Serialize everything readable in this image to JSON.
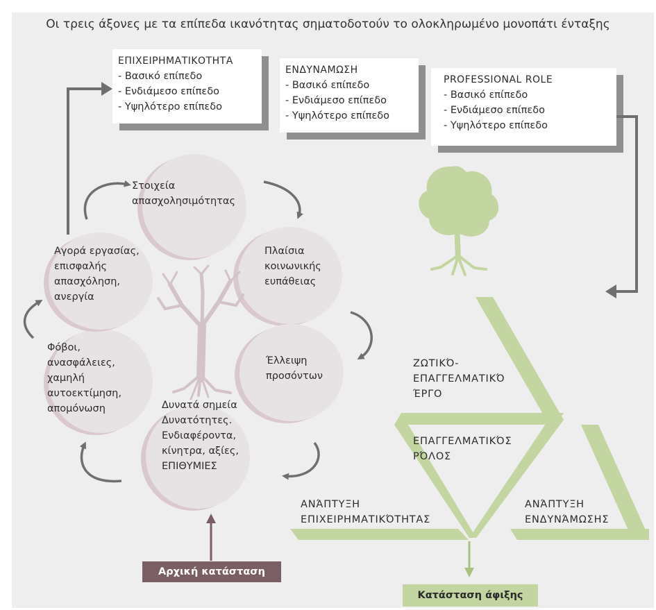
{
  "title": "Οι τρεις άξονες με τα επίπεδα ικανότητας σηματοδοτούν το ολοκληρωμένο μονοπάτι ένταξης",
  "axes": [
    {
      "heading": "ΕΠΙΧΕΙΡΗΜΑΤΙΚΟΤΗΤΑ",
      "levels": [
        "- Βασικό επίπεδο",
        "- Ενδιάμεσο επίπεδο",
        "- Υψηλότερο επίπεδο"
      ]
    },
    {
      "heading": "ΕΝΔΥΝΑΜΩΣΗ",
      "levels": [
        "- Βασικό επίπεδο",
        "- Ενδιάμεσο επίπεδο",
        "- Υψηλότερο επίπεδο"
      ]
    },
    {
      "heading": "PROFESSIONAL ROLE",
      "levels": [
        "- Βασικό επίπεδο",
        "- Ενδιάμεσο επίπεδο",
        "- Υψηλότερο επίπεδο"
      ]
    }
  ],
  "cycle": [
    {
      "lines": [
        "Στοιχεία",
        "απασχολησιμότητας"
      ]
    },
    {
      "lines": [
        "Πλαίσια",
        "κοινωνικής",
        "ευπάθειας"
      ]
    },
    {
      "lines": [
        "Έλλειψη",
        "προσόντων"
      ]
    },
    {
      "lines": [
        "Δυνατά σημεία",
        "Δυνατότητες.",
        "Ενδιαφέροντα,",
        "κίνητρα, αξίες,",
        "ΕΠΙΘΥΜΙΕΣ"
      ]
    },
    {
      "lines": [
        "Φόβοι,",
        "ανασφάλειες,",
        "χαμηλή",
        "αυτοεκτίμηση,",
        "απομόνωση"
      ]
    },
    {
      "lines": [
        "Αγορά εργασίας,",
        "επισφαλής",
        "απασχόληση,",
        "ανεργία"
      ]
    }
  ],
  "start_label": "Αρχική κατάσταση",
  "arrival_label": "Κατάσταση άφιξης",
  "triangle": {
    "top": [
      "ΖΩΤΙΚΌ-",
      "ΕΠΑΓΓΕΛΜΑΤΙΚΌ",
      "ΈΡΓΟ"
    ],
    "center": [
      "ΕΠΑΓΓΕΛΜΑΤΙΚΌΣ",
      "ΡΌΛΟΣ"
    ],
    "left": [
      "ΑΝΆΠΤΥΞΗ",
      "ΕΠΙΧΕΙΡΗΜΑΤΙΚΌΤΗΤΑΣ"
    ],
    "right": [
      "ΑΝΆΠΤΥΞΗ",
      "ΕΝΔΥΝΆΜΩΣΗΣ"
    ]
  },
  "colors": {
    "panel": "#efeeee",
    "box_shadow": "#8f8f8f",
    "bubble": "#e7e3e4",
    "bubble_shadow": "#d9c9cd",
    "arrow_gray": "#6f6f6f",
    "brown": "#7b5e63",
    "green": "#c3d5a0",
    "tree_green": "#c3d5a0",
    "tree_dead": "#d3c3c6"
  },
  "icons": [
    "green-tree-icon",
    "bare-tree-icon",
    "cycle-arrow-icon"
  ]
}
